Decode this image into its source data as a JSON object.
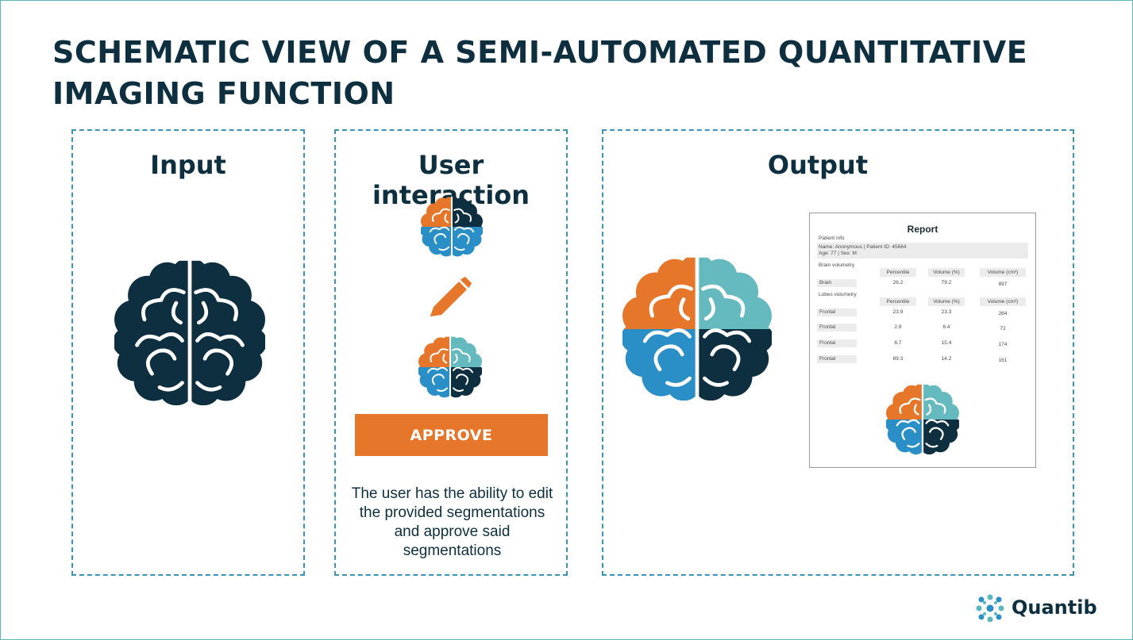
{
  "title": "SCHEMATIC VIEW OF A SEMI-AUTOMATED QUANTITATIVE IMAGING FUNCTION",
  "panels": {
    "input": {
      "title": "Input"
    },
    "interaction": {
      "title": "User interaction",
      "approve_label": "APPROVE",
      "description": "The user has the ability to edit the provided segmentations and approve said segmentations"
    },
    "output": {
      "title": "Output"
    }
  },
  "report": {
    "title": "Report",
    "patient_info_label": "Patient info",
    "patient_line1": "Name: Anonymous | Patient ID: 45664",
    "patient_line2": "Age: 77 | Sex: M",
    "brain_volumetry_label": "Brain volumetry",
    "lobes_volumetry_label": "Lobes volumetry",
    "columns": [
      "Percentile",
      "Volume (%)",
      "Volume (cm³)"
    ],
    "brain_row": {
      "label": "Brain",
      "values": [
        "26.2",
        "79.2",
        "897"
      ]
    },
    "lobe_rows": [
      {
        "label": "Frontal",
        "values": [
          "23.9",
          "23.3",
          "264"
        ]
      },
      {
        "label": "Frontal",
        "values": [
          "2.8",
          "6.4",
          "72"
        ]
      },
      {
        "label": "Frontal",
        "values": [
          "6.7",
          "15.4",
          "174"
        ]
      },
      {
        "label": "Frontal",
        "values": [
          "89.3",
          "14.2",
          "161"
        ]
      }
    ]
  },
  "logo": {
    "text": "Quantib"
  },
  "colors": {
    "navy": "#0d2f3f",
    "orange": "#e5762a",
    "blue": "#2a8fc7",
    "teal": "#64babe",
    "dashed_border": "#3a94b8"
  },
  "icons": [
    "brain-icon",
    "pencil-icon",
    "quantib-logo-icon"
  ]
}
